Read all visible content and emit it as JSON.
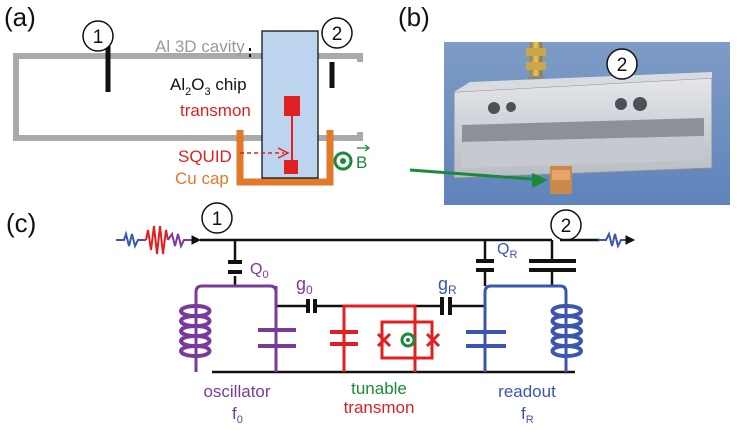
{
  "panels": {
    "a": "(a)",
    "b": "(b)",
    "c": "(c)"
  },
  "ports": {
    "p1": "1",
    "p2": "2"
  },
  "panel_a": {
    "cavity": "Al 3D cavity",
    "chip_al": "Al",
    "chip_sub1": "2",
    "chip_o": "O",
    "chip_sub2": "3",
    "chip_word": " chip",
    "transmon": "transmon",
    "squid": "SQUID",
    "cu_cap": "Cu cap",
    "field": "B"
  },
  "panel_c": {
    "q0": "Q",
    "q0_sub": "0",
    "qr": "Q",
    "qr_sub": "R",
    "g0": "g",
    "g0_sub": "0",
    "gr": "g",
    "gr_sub": "R",
    "oscillator": "oscillator",
    "f0": "f",
    "f0_sub": "0",
    "tunable": "tunable",
    "transmon": "transmon",
    "readout": "readout",
    "fr": "f",
    "fr_sub": "R"
  },
  "colors": {
    "oscillator": "#7a3a9a",
    "transmon": "#e02020",
    "readout": "#3b55b0",
    "cap": "#e07a2a",
    "flux": "#1a8a3a",
    "cavity": "#aaaaaa"
  }
}
